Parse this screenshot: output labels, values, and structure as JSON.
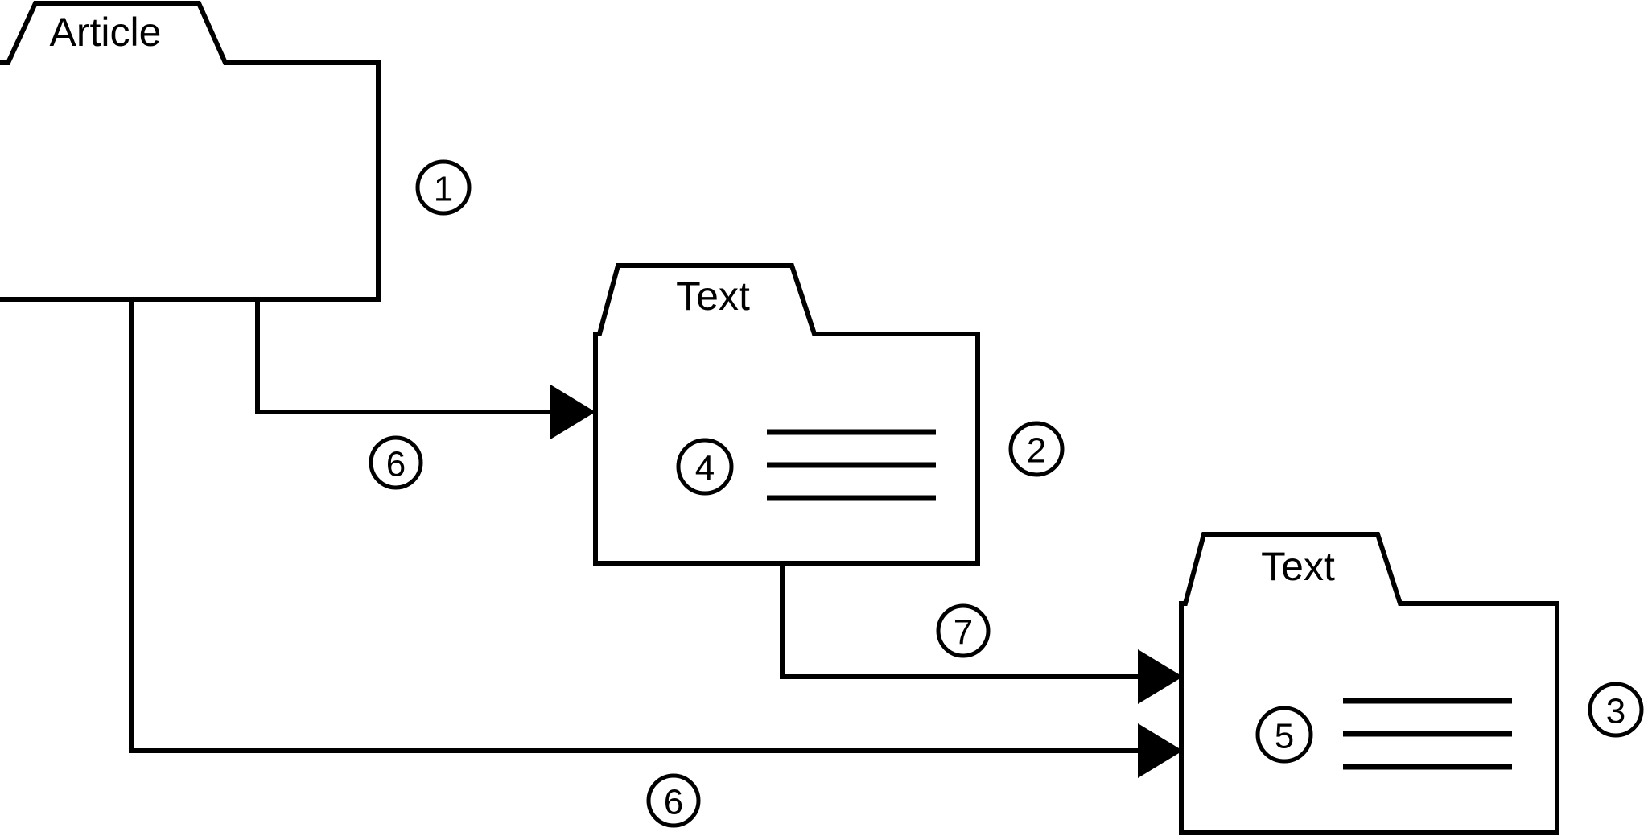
{
  "diagram": {
    "type": "flow-diagram",
    "background_color": "#ffffff",
    "stroke_color": "#000000",
    "folders": [
      {
        "id": "folder-article",
        "label": "Article",
        "marker": "1",
        "marker_position": "right-outside",
        "has_content_lines": false,
        "inner_marker": ""
      },
      {
        "id": "folder-text-middle",
        "label": "Text",
        "marker": "2",
        "marker_position": "right-outside",
        "has_content_lines": true,
        "inner_marker": "4"
      },
      {
        "id": "folder-text-lower",
        "label": "Text",
        "marker": "3",
        "marker_position": "right-outside",
        "has_content_lines": true,
        "inner_marker": "5"
      }
    ],
    "connectors": [
      {
        "id": "connector-article-to-text-middle",
        "label": "6",
        "from": "folder-article",
        "to": "folder-text-middle"
      },
      {
        "id": "connector-text-middle-to-text-lower",
        "label": "7",
        "from": "folder-text-middle",
        "to": "folder-text-lower"
      },
      {
        "id": "connector-article-to-text-lower",
        "label": "6",
        "from": "folder-article",
        "to": "folder-text-lower"
      }
    ]
  }
}
